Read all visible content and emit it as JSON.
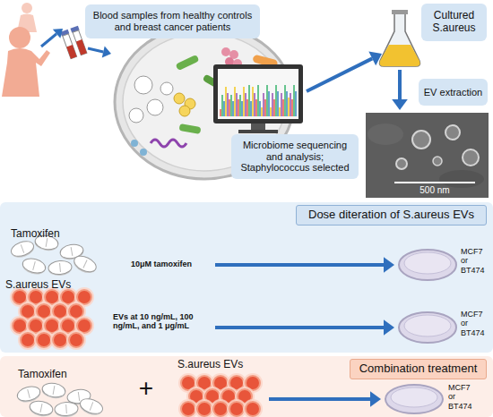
{
  "diagram": {
    "nodes": [
      {
        "text": [
          "Blood samples from healthy controls and breast cancer patients"
        ]
      },
      {
        "text": [
          "Cultured S.aureus"
        ]
      },
      {
        "text": [
          "EV extraction"
        ]
      },
      {
        "text": [
          "Microbiome sequencing and analysis; Staphylococcus selected"
        ]
      },
      {
        "text": [
          "500 nm"
        ]
      },
      {
        "text": [
          "Dose diteration of S.aureus EVs"
        ]
      },
      {
        "text": [
          "Combination treatment"
        ]
      }
    ],
    "labels": [
      "Tamoxifen",
      "10μM tamoxifen",
      "MCF7 or BT474",
      "S.aureus EVs",
      "EVs at 10 ng/mL, 100 ng/mL, and 1 μg/mL",
      "MCF7 or BT474",
      "Tamoxifen",
      "+",
      "S.aureus EVs",
      "MCF7 or BT474"
    ]
  }
}
